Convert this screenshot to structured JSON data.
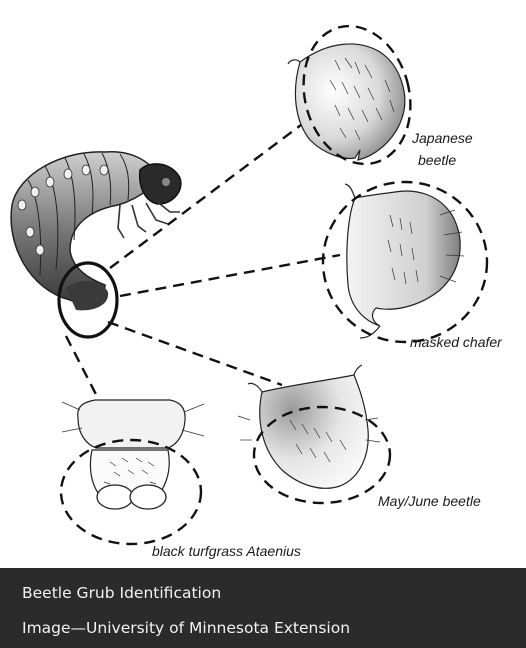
{
  "diagram": {
    "labels": {
      "japanese": [
        "Japanese",
        "beetle"
      ],
      "masked": "masked chafer",
      "mayjune": "May/June beetle",
      "ataenius": "black turfgrass Ataenius"
    }
  },
  "caption": {
    "title": "Beetle Grub Identification",
    "credit": "Image—University of Minnesota Extension"
  }
}
